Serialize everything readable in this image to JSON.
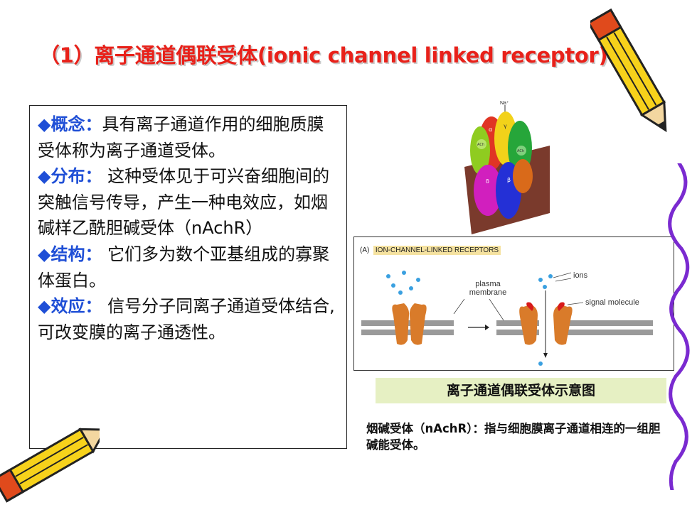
{
  "title": "（1）离子通道偶联受体(ionic channel  linked  receptor)",
  "points": [
    {
      "bullet": "◆",
      "label": "概念：",
      "text": "具有离子通道作用的细胞质膜受体称为离子通道受体。"
    },
    {
      "bullet": "◆",
      "label": "分布：",
      "text": " 这种受体见于可兴奋细胞间的突触信号传导，产生一种电效应，如烟碱样乙酰胆碱受体（nAchR）"
    },
    {
      "bullet": "◆",
      "label": "结构：",
      "text": " 它们多为数个亚基组成的寡聚体蛋白。"
    },
    {
      "bullet": "◆",
      "label": "效应：",
      "text": " 信号分子同离子通道受体结合,可改变膜的离子通透性。"
    }
  ],
  "diagram": {
    "panel": "(A)",
    "heading": "ION-CHANNEL-LINKED  RECEPTORS",
    "plasma_membrane": "plasma\nmembrane",
    "ions": "ions",
    "signal_molecule": "signal molecule"
  },
  "protein_labels": {
    "top": "Na⁺",
    "alpha1": "α",
    "gamma": "γ",
    "achl": "ACh",
    "achr": "ACh",
    "delta": "δ",
    "beta": "β"
  },
  "caption": "离子通道偶联受体示意图",
  "note": "烟碱受体（nAchR）：指与细胞膜离子通道相连的一组胆碱能受体。",
  "colors": {
    "title": "#e8211a",
    "bullet": "#1f4fd6",
    "caption_bg": "#e6f0c3",
    "channel": "#d97b2a",
    "ion": "#3aa0e0"
  }
}
